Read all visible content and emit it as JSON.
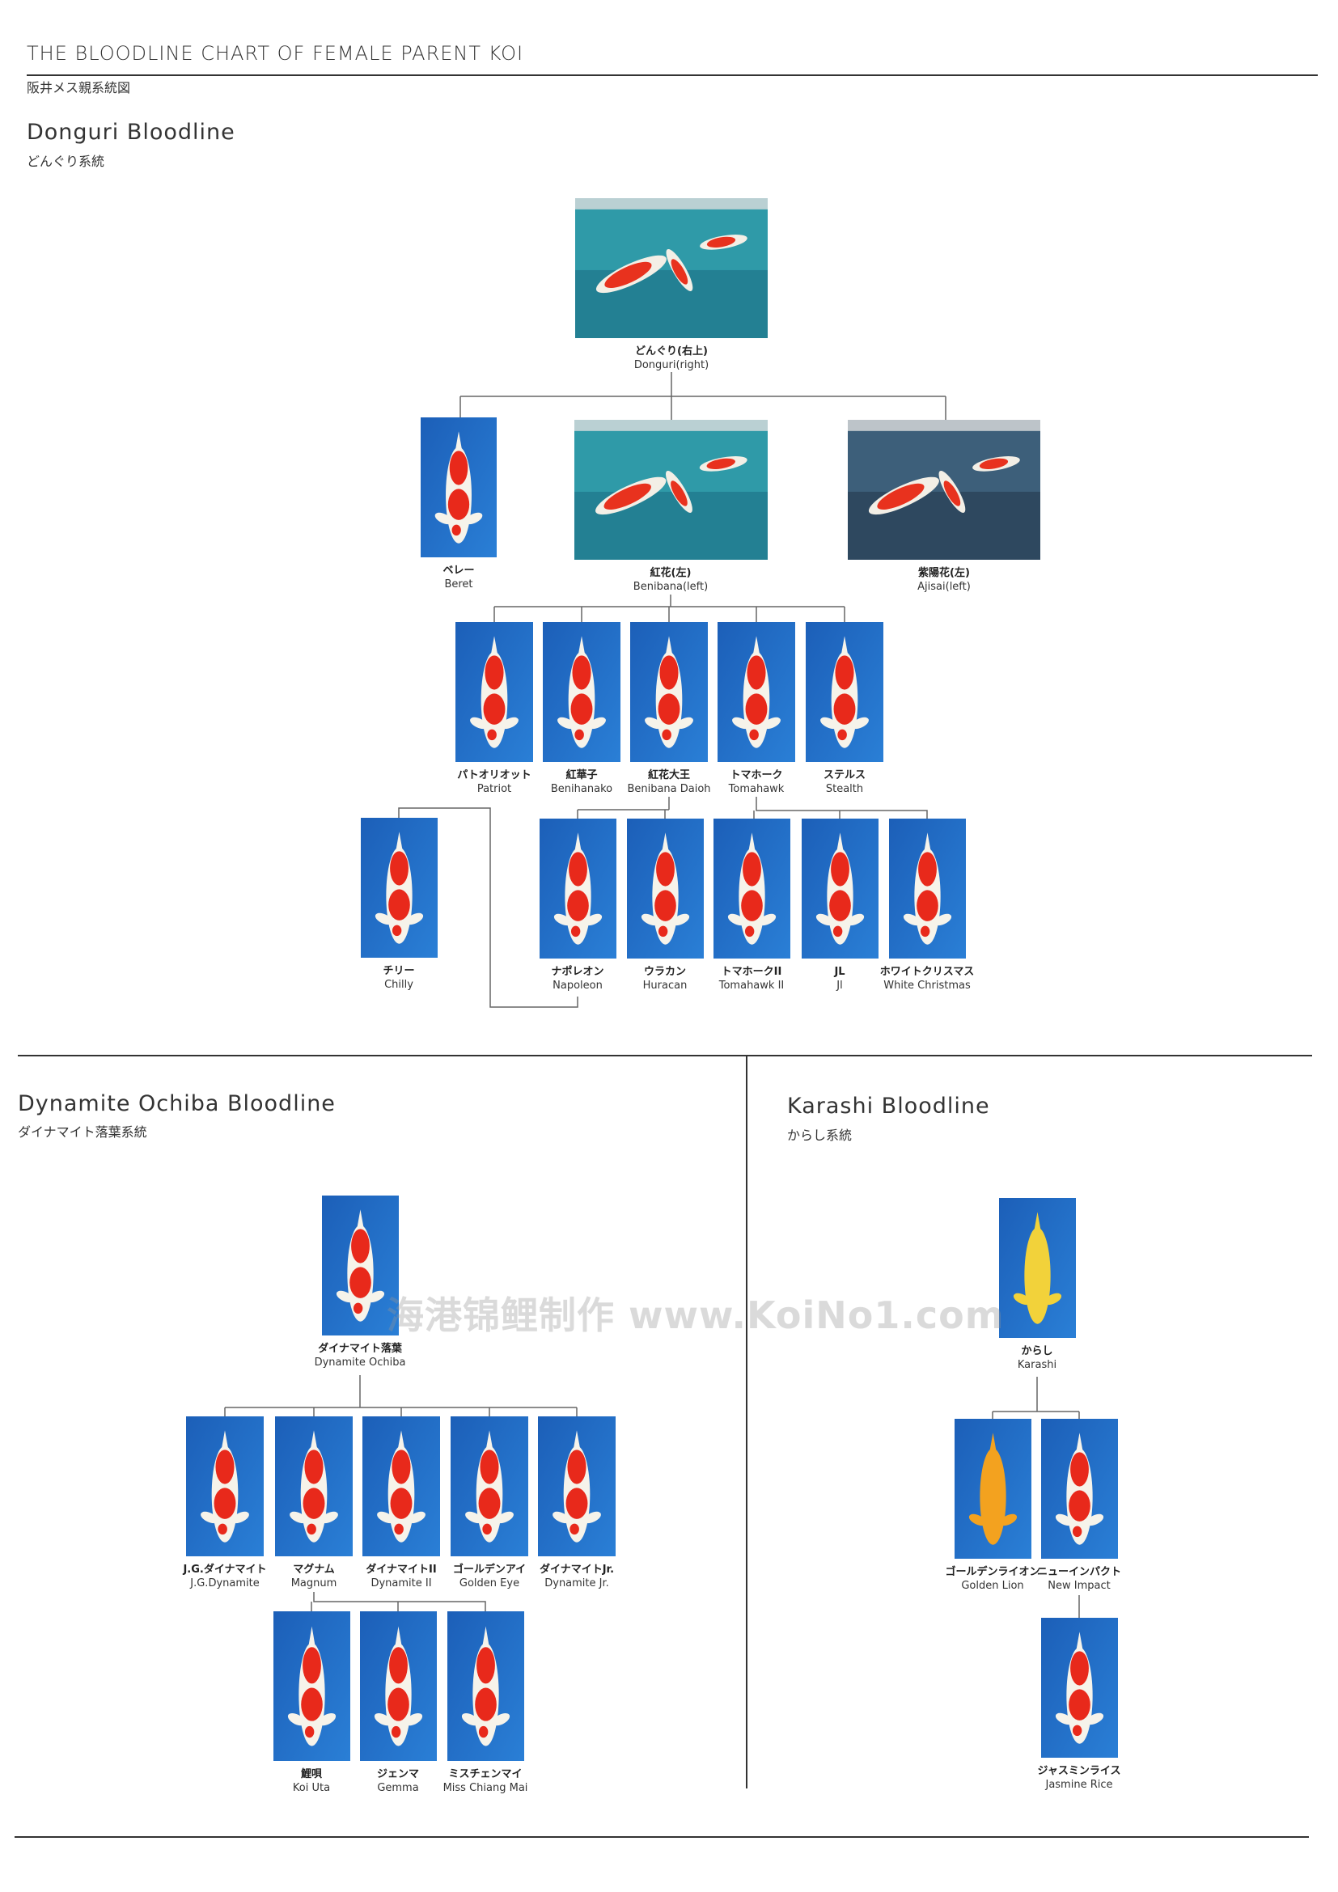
{
  "header": {
    "title": "THE BLOODLINE CHART OF FEMALE PARENT KOI",
    "subtitle": "阪井メス親系統図"
  },
  "watermark": "海港锦鲤制作 www.KoiNo1.com",
  "sections": {
    "donguri": {
      "title": "Donguri Bloodline",
      "subtitle": "どんぐり系統",
      "nodes": [
        {
          "jp": "どんぐり(右上)",
          "en": "Donguri(right)",
          "pattern": "pond"
        },
        {
          "jp": "ベレー",
          "en": "Beret",
          "pattern": "kohaku"
        },
        {
          "jp": "紅花(左)",
          "en": "Benibana(left)",
          "pattern": "pond"
        },
        {
          "jp": "紫陽花(左)",
          "en": "Ajisai(left)",
          "pattern": "pond-dark"
        },
        {
          "jp": "パトオリオット",
          "en": "Patriot",
          "pattern": "kohaku"
        },
        {
          "jp": "紅華子",
          "en": "Benihanako",
          "pattern": "kohaku"
        },
        {
          "jp": "紅花大王",
          "en": "Benibana Daioh",
          "pattern": "kohaku"
        },
        {
          "jp": "トマホーク",
          "en": "Tomahawk",
          "pattern": "kohaku"
        },
        {
          "jp": "ステルス",
          "en": "Stealth",
          "pattern": "kohaku"
        },
        {
          "jp": "チリー",
          "en": "Chilly",
          "pattern": "kohaku"
        },
        {
          "jp": "ナポレオン",
          "en": "Napoleon",
          "pattern": "kohaku"
        },
        {
          "jp": "ウラカン",
          "en": "Huracan",
          "pattern": "kohaku"
        },
        {
          "jp": "トマホークII",
          "en": "Tomahawk II",
          "pattern": "kohaku"
        },
        {
          "jp": "JL",
          "en": "Jl",
          "pattern": "kohaku"
        },
        {
          "jp": "ホワイトクリスマス",
          "en": "White Christmas",
          "pattern": "kohaku"
        }
      ]
    },
    "ochiba": {
      "title": "Dynamite Ochiba Bloodline",
      "subtitle": "ダイナマイト落葉系統",
      "nodes": [
        {
          "jp": "ダイナマイト落葉",
          "en": "Dynamite Ochiba",
          "pattern": "ochiba"
        },
        {
          "jp": "J.G.ダイナマイト",
          "en": "J.G.Dynamite",
          "pattern": "kohaku"
        },
        {
          "jp": "マグナム",
          "en": "Magnum",
          "pattern": "kohaku"
        },
        {
          "jp": "ダイナマイトII",
          "en": "Dynamite II",
          "pattern": "kohaku"
        },
        {
          "jp": "ゴールデンアイ",
          "en": "Golden Eye",
          "pattern": "kohaku"
        },
        {
          "jp": "ダイナマイトJr.",
          "en": "Dynamite Jr.",
          "pattern": "kohaku"
        },
        {
          "jp": "鯉唄",
          "en": "Koi Uta",
          "pattern": "kohaku"
        },
        {
          "jp": "ジェンマ",
          "en": "Gemma",
          "pattern": "kohaku"
        },
        {
          "jp": "ミスチェンマイ",
          "en": "Miss Chiang Mai",
          "pattern": "kohaku"
        }
      ]
    },
    "karashi": {
      "title": "Karashi Bloodline",
      "subtitle": "からし系統",
      "nodes": [
        {
          "jp": "からし",
          "en": "Karashi",
          "pattern": "yellow"
        },
        {
          "jp": "ゴールデンライオン",
          "en": "Golden Lion",
          "pattern": "orange"
        },
        {
          "jp": "ニューインパクト",
          "en": "New Impact",
          "pattern": "kohaku"
        },
        {
          "jp": "ジャスミンライス",
          "en": "Jasmine Rice",
          "pattern": "kohaku"
        }
      ]
    }
  }
}
